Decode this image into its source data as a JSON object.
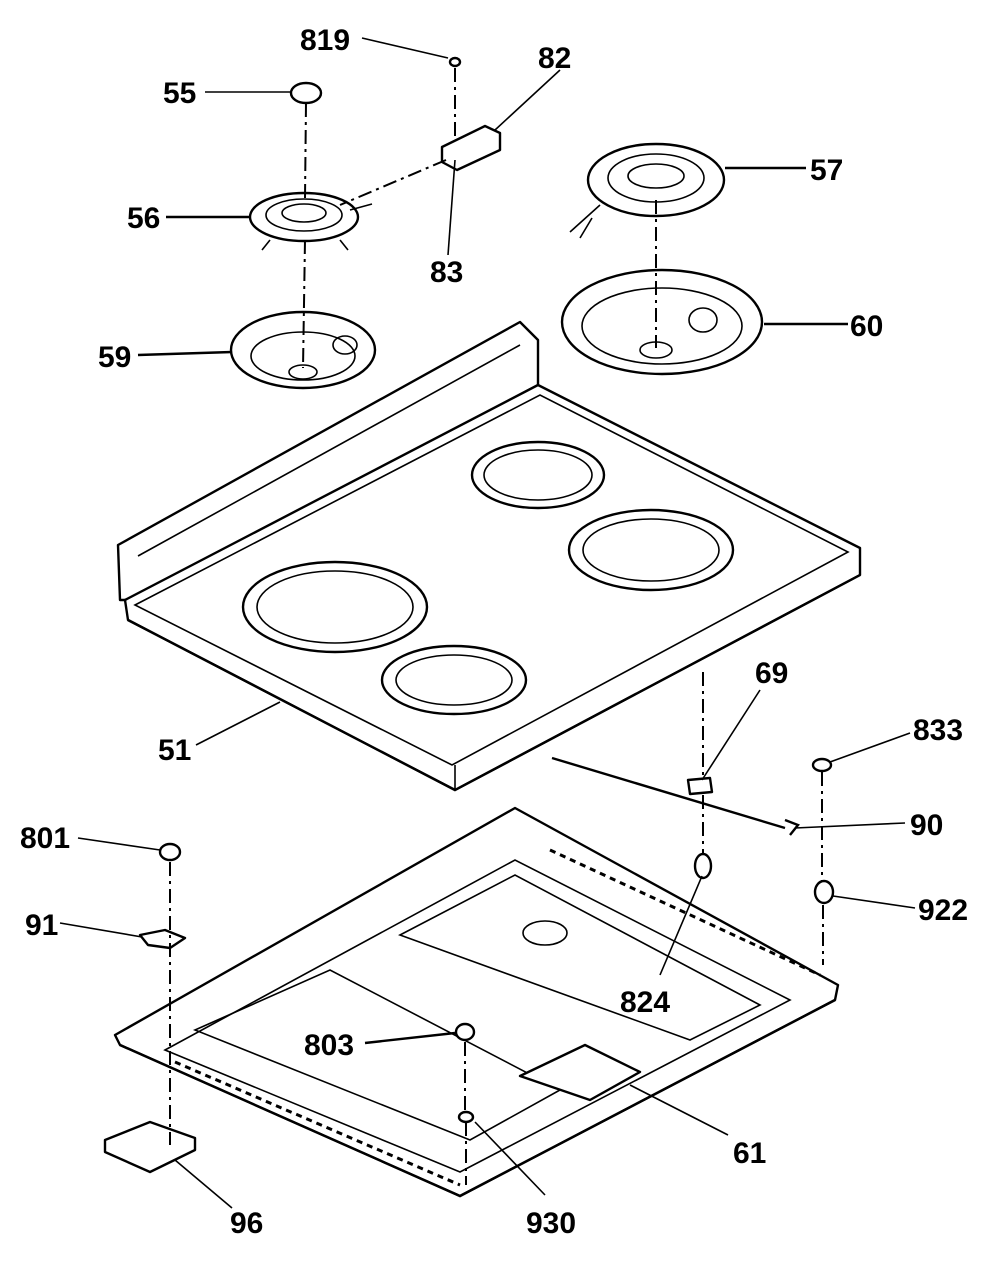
{
  "labels": {
    "l819": "819",
    "l82": "82",
    "l55": "55",
    "l57": "57",
    "l56": "56",
    "l83": "83",
    "l59": "59",
    "l60": "60",
    "l69": "69",
    "l833": "833",
    "l51": "51",
    "l801": "801",
    "l90": "90",
    "l91": "91",
    "l922": "922",
    "l824": "824",
    "l803": "803",
    "l61": "61",
    "l96": "96",
    "l930": "930"
  }
}
